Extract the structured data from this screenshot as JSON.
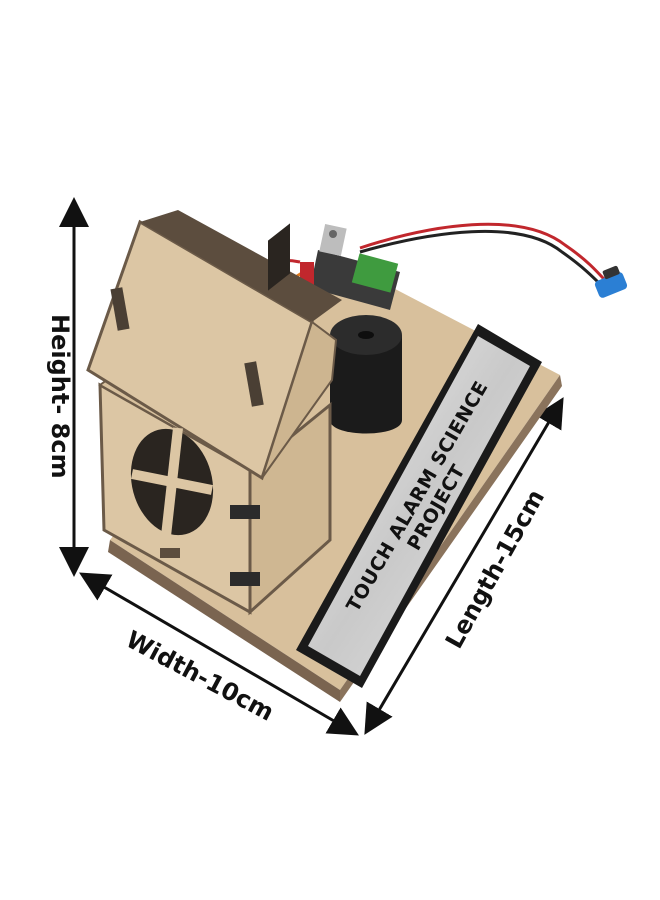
{
  "image": {
    "title": "",
    "dimensions": {
      "height_label": "Height- 8cm",
      "width_label": "Width-10cm",
      "length_label": "Length-15cm"
    },
    "nameplate_text": "TOUCH ALARM SCIENCE PROJECT",
    "colors": {
      "background": "#ffffff",
      "mdf_wood": "#d9c2a0",
      "mdf_edge": "#6b5a48",
      "buzzer": "#1e1e1e",
      "nameplate_frame": "#1a1a1a",
      "nameplate_plate": "#d6d6d6",
      "wire_red": "#c1272d",
      "wire_blue": "#2b6cb0"
    },
    "icons": [
      "dimension-arrow-icon",
      "buzzer-icon",
      "battery-clip-icon"
    ]
  }
}
